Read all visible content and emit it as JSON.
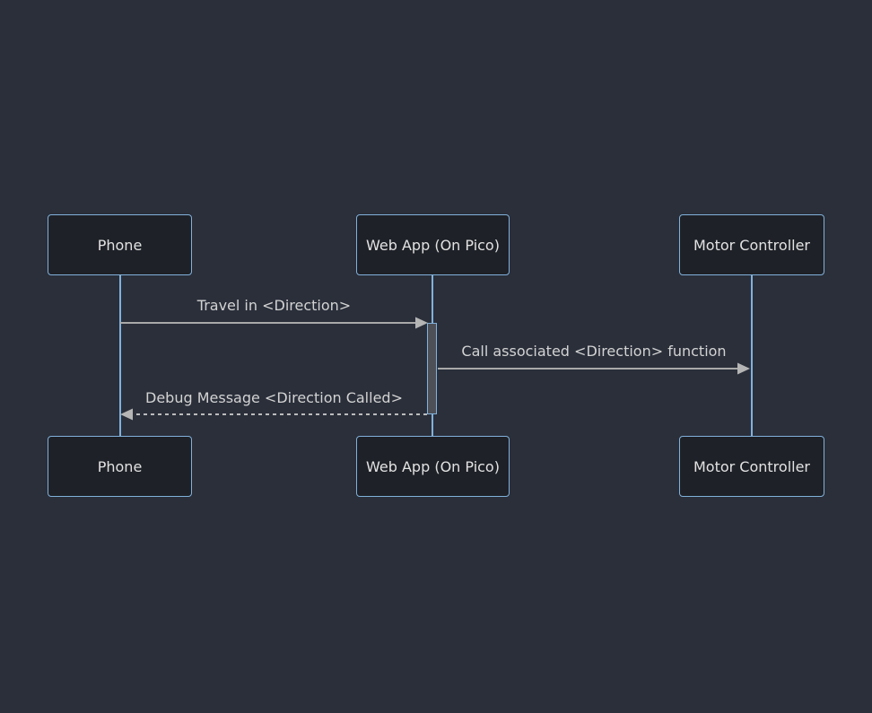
{
  "diagram": {
    "type": "sequence-diagram",
    "colors": {
      "background": "#2a2f3a",
      "actor_fill": "#1e2127",
      "actor_border": "#81b1db",
      "actor_text": "#e2e2e2",
      "lifeline": "#81b1db",
      "activation_fill": "#4d5057",
      "activation_border": "#81b1db",
      "signal_line": "#a9a9a9",
      "signal_text": "#d3d3d3"
    },
    "actors": [
      {
        "id": "phone",
        "label": "Phone"
      },
      {
        "id": "webapp",
        "label": "Web App (On Pico)"
      },
      {
        "id": "motor",
        "label": "Motor Controller"
      }
    ],
    "messages": [
      {
        "from": "phone",
        "to": "webapp",
        "label": "Travel in <Direction>",
        "style": "solid"
      },
      {
        "from": "webapp",
        "to": "motor",
        "label": "Call associated <Direction> function",
        "style": "solid"
      },
      {
        "from": "webapp",
        "to": "phone",
        "label": "Debug Message <Direction Called>",
        "style": "dashed"
      }
    ]
  }
}
